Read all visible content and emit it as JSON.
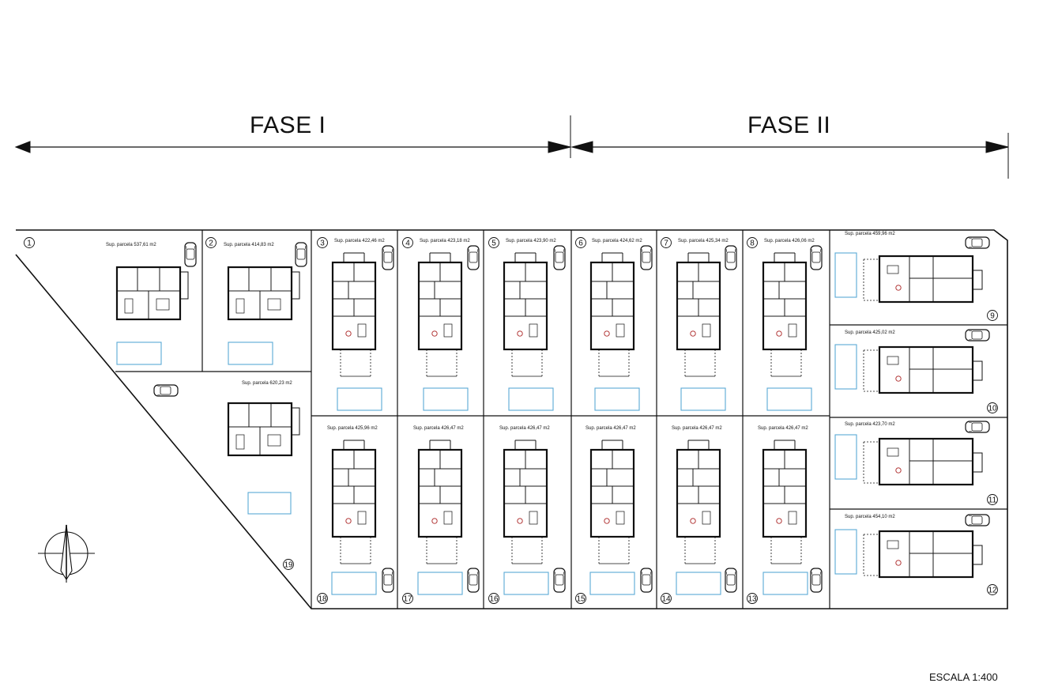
{
  "phases": {
    "phase1": "FASE I",
    "phase2": "FASE II"
  },
  "scale": "ESCALA 1:400",
  "plots": [
    {
      "num": "1",
      "area": "Sup. parcela 537,61 m2"
    },
    {
      "num": "2",
      "area": "Sup. parcela 414,83 m2"
    },
    {
      "num": "3",
      "area": "Sup. parcela 422,46 m2"
    },
    {
      "num": "4",
      "area": "Sup. parcela 423,18 m2"
    },
    {
      "num": "5",
      "area": "Sup. parcela 423,90 m2"
    },
    {
      "num": "6",
      "area": "Sup. parcela 424,62 m2"
    },
    {
      "num": "7",
      "area": "Sup. parcela 425,34 m2"
    },
    {
      "num": "8",
      "area": "Sup. parcela 426,06 m2"
    },
    {
      "num": "9",
      "area": "Sup. parcela 459,96 m2"
    },
    {
      "num": "10",
      "area": "Sup. parcela 425,02 m2"
    },
    {
      "num": "11",
      "area": "Sup. parcela 423,70 m2"
    },
    {
      "num": "12",
      "area": "Sup. parcela 454,10 m2"
    },
    {
      "num": "13",
      "area": "Sup. parcela 426,47 m2"
    },
    {
      "num": "14",
      "area": "Sup. parcela 426,47 m2"
    },
    {
      "num": "15",
      "area": "Sup. parcela 426,47 m2"
    },
    {
      "num": "16",
      "area": "Sup. parcela 426,47 m2"
    },
    {
      "num": "17",
      "area": "Sup. parcela 426,47 m2"
    },
    {
      "num": "18",
      "area": "Sup. parcela 425,96 m2"
    },
    {
      "num": "19",
      "area": "Sup. parcela 620,23 m2"
    }
  ],
  "icons": {
    "compass": "north-compass-icon",
    "car": "car-icon",
    "pool": "pool-icon",
    "house": "house-floorplan-icon"
  }
}
